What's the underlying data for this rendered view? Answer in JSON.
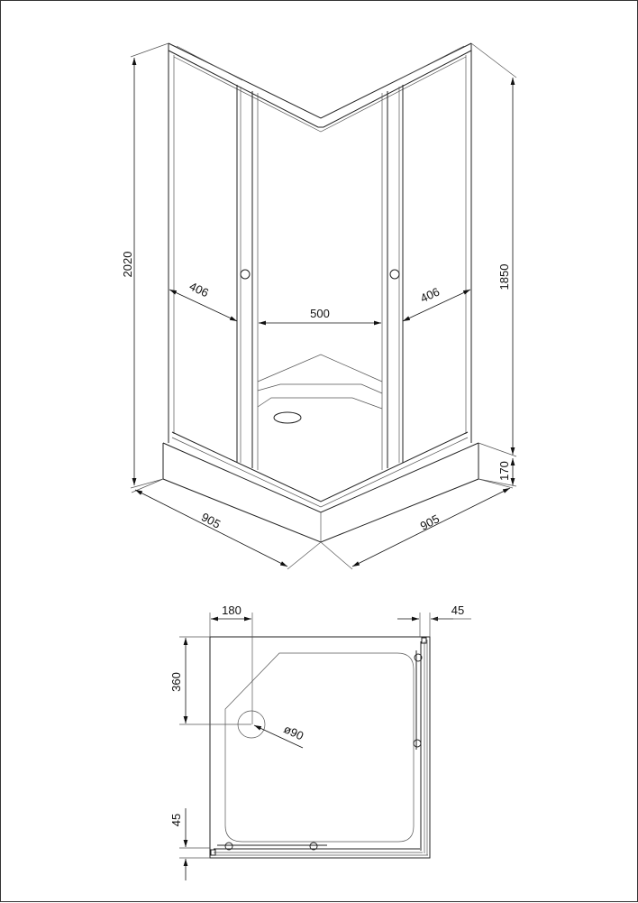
{
  "isometric_view": {
    "height_total": "2020",
    "height_glass": "1850",
    "height_tray": "170",
    "side_panel_left": "406",
    "door_opening": "500",
    "side_panel_right": "406",
    "width_left": "905",
    "width_right": "905"
  },
  "plan_view": {
    "drain_offset_x": "180",
    "profile_width_right": "45",
    "drain_offset_y": "360",
    "drain_diameter": "ø90",
    "profile_width_bottom": "45"
  }
}
